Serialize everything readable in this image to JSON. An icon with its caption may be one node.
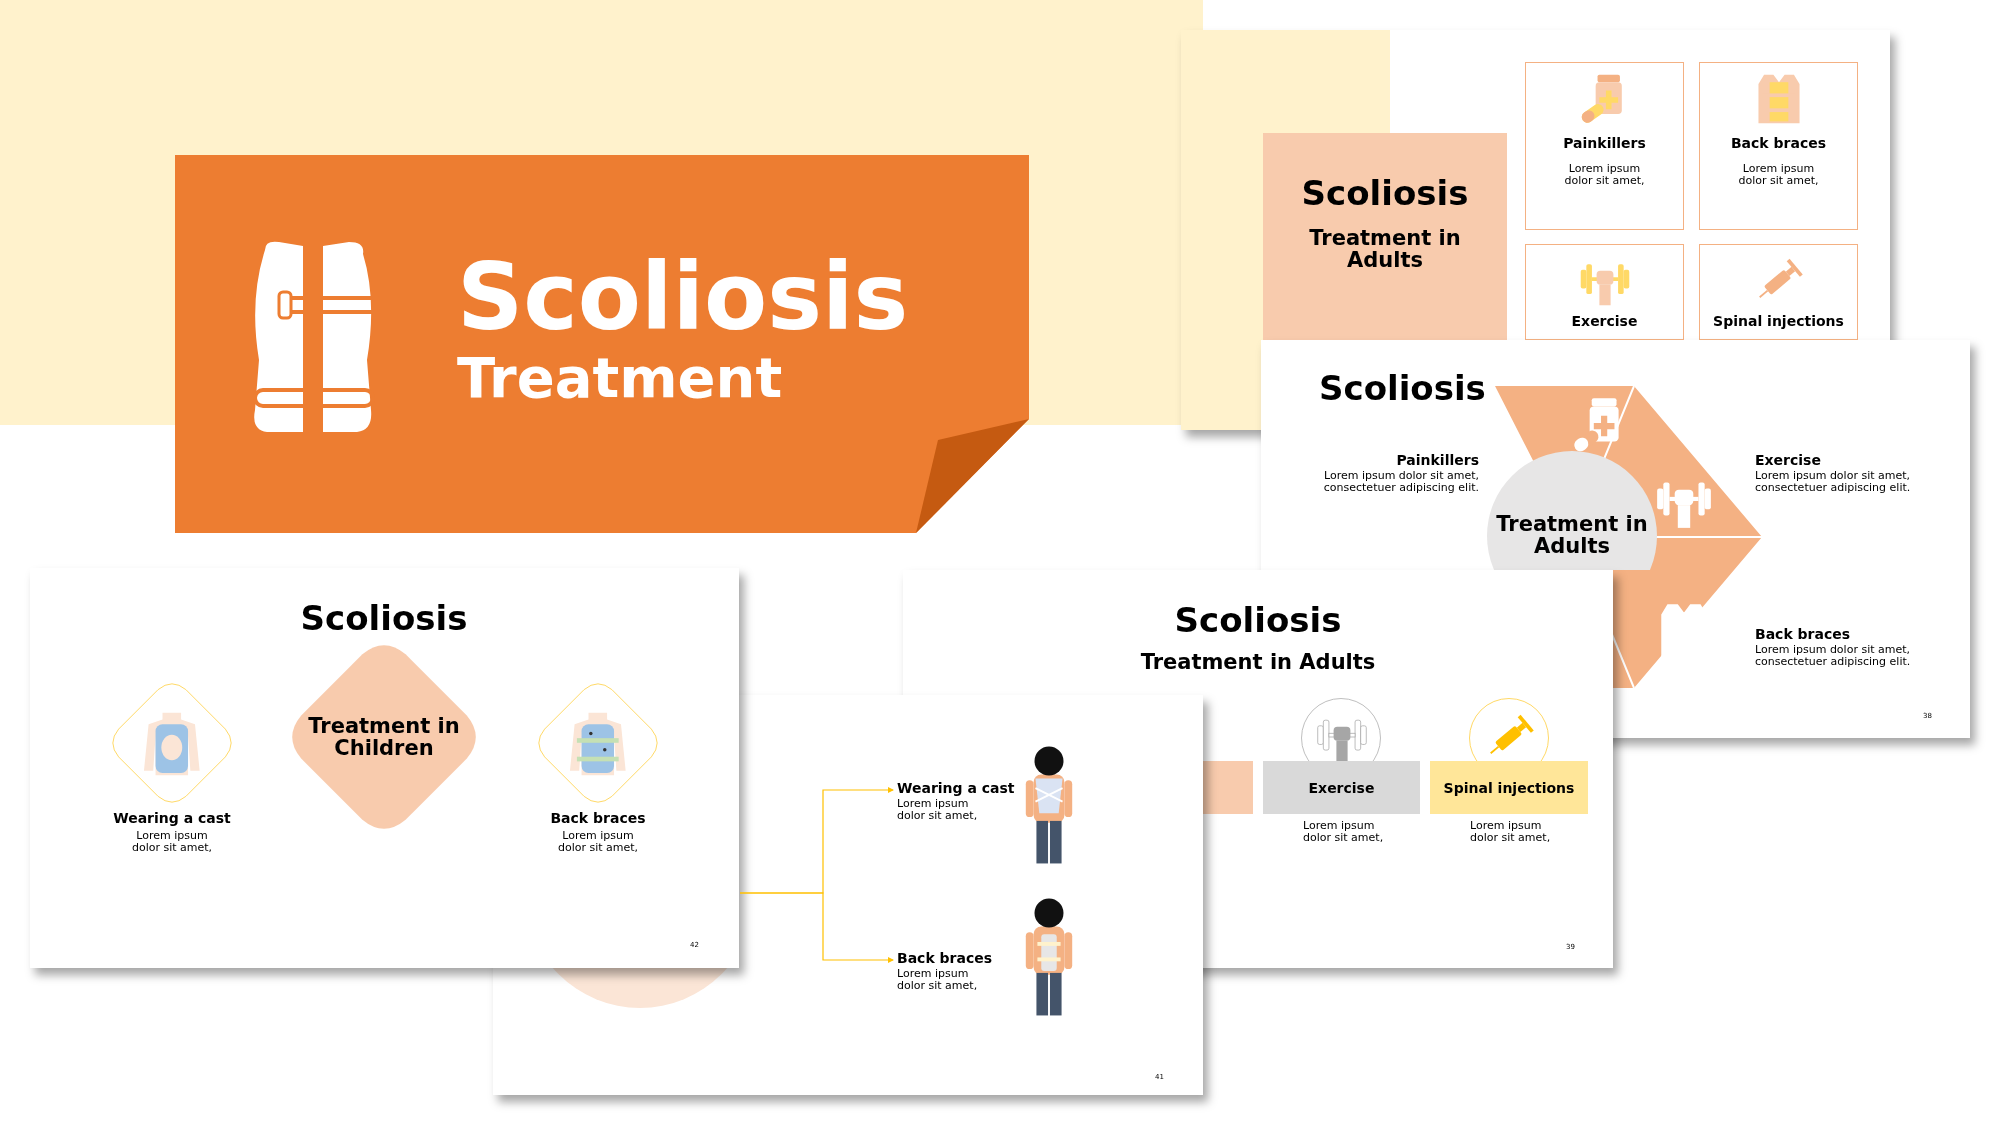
{
  "diagram": {
    "nodes": [
      {
        "text": [
          "Scoliosis",
          "Treatment"
        ]
      },
      {
        "text": [
          "Scoliosis",
          "Treatment in Adults"
        ]
      },
      {
        "text": [
          "Painkillers",
          "Lorem ipsum dolor sit amet,"
        ]
      },
      {
        "text": [
          "Back braces",
          "Lorem ipsum dolor sit amet,"
        ]
      },
      {
        "text": [
          "Exercise"
        ]
      },
      {
        "text": [
          "Spinal injections"
        ]
      },
      {
        "text": [
          "Treatment in Adults"
        ]
      },
      {
        "text": [
          "Exercise"
        ],
        "beside": [
          "Lorem ipsum dolor sit amet,"
        ]
      },
      {
        "text": [
          "Spinal injections"
        ],
        "beside": [
          "Lorem ipsum dolor sit amet,"
        ]
      },
      {
        "text": [
          "Treatment in Children"
        ]
      },
      {
        "text": [],
        "shape": "diamond",
        "beside": [
          "Wearing a cast",
          "Lorem ipsum dolor sit amet,"
        ]
      },
      {
        "text": [],
        "shape": "diamond",
        "beside": [
          "Back braces",
          "Lorem ipsum dolor sit amet,"
        ]
      },
      {
        "text": [
          "Wearing a cast",
          "Lorem ipsum dolor sit amet,"
        ]
      },
      {
        "text": [
          "Back braces",
          "Lorem ipsum dolor sit amet,"
        ]
      }
    ],
    "edges": [
      {
        "from": null,
        "to": 12,
        "arrow": "to"
      },
      {
        "from": null,
        "to": 13,
        "arrow": "to"
      }
    ],
    "labels": [
      "Scoliosis",
      "Painkillers",
      "Lorem ipsum dolor sit amet, consectetuer adipiscing elit.",
      "Exercise",
      "Lorem ipsum dolor sit amet, consectetuer adipiscing elit.",
      "Back braces",
      "Lorem ipsum dolor sit amet, consectetuer adipiscing elit.",
      "38",
      "Scoliosis",
      "Treatment in Adults",
      "39",
      "41",
      "Scoliosis",
      "42"
    ]
  }
}
